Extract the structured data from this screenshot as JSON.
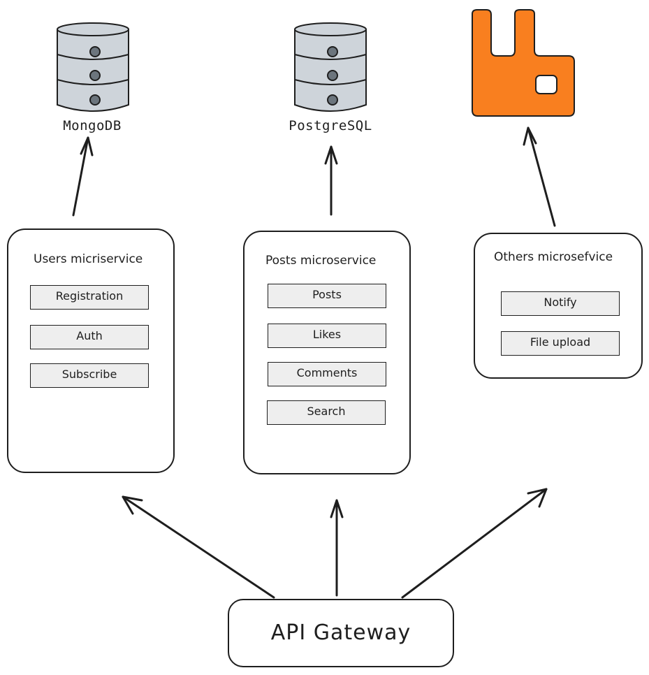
{
  "databases": {
    "mongodb": {
      "label": "MongoDB",
      "icon": "database-icon"
    },
    "postgres": {
      "label": "PostgreSQL",
      "icon": "database-icon"
    },
    "rabbitmq": {
      "icon": "rabbitmq-icon",
      "color": "#f97f1f"
    }
  },
  "services": {
    "users": {
      "title": "Users micriservice",
      "features": [
        "Registration",
        "Auth",
        "Subscribe"
      ]
    },
    "posts": {
      "title": "Posts microservice",
      "features": [
        "Posts",
        "Likes",
        "Comments",
        "Search"
      ]
    },
    "others": {
      "title": "Others microsefvice",
      "features": [
        "Notify",
        "File upload"
      ]
    }
  },
  "gateway": {
    "label": "API Gateway"
  },
  "colors": {
    "stroke": "#1e1e1e",
    "feature_fill": "#eeeeee",
    "db_fill": "#ced4da",
    "accent": "#f97f1f"
  }
}
